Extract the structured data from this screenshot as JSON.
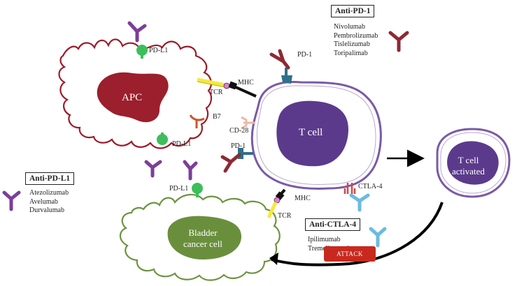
{
  "cells": {
    "apc": "APC",
    "tcell": "T cell",
    "tcell_activated": "T cell\nactivated",
    "cancer": "Bladder\ncancer cell"
  },
  "labels": {
    "pdl1": "PD-L1",
    "pd1": "PD-1",
    "tcr": "TCR",
    "mhc": "MHC",
    "b7": "B7",
    "cd28": "CD-28",
    "ctla4": "CTLA-4"
  },
  "anti_pd1": {
    "title": "Anti-PD-1",
    "drugs": [
      "Nivolumab",
      "Pembrolizumab",
      "Tislelizumab",
      "Toripalimab"
    ]
  },
  "anti_pdl1": {
    "title": "Anti-PD-L1",
    "drugs": [
      "Atezolizumab",
      "Avelumab",
      "Durvalumab"
    ]
  },
  "anti_ctla4": {
    "title": "Anti-CTLA-4",
    "drugs": [
      "Ipilimumab",
      "Tremelimumab"
    ]
  },
  "attack_label": "ATTACK",
  "colors": {
    "apc_outline": "#9b1c2a",
    "apc_nucleus": "#9b1f2c",
    "tcell_outline": "#7a5aa6",
    "tcell_nucleus": "#5b3a8c",
    "cancer_outline": "#6e9440",
    "cancer_nucleus": "#6a8f3c",
    "pd1_antibody": "#8c2a33",
    "pdl1_antibody": "#7b3f98",
    "ctla4_antibody": "#6bbbe0",
    "pdl1_receptor": "#3cbf5a",
    "pd1_receptor": "#2f6f8a",
    "attack_button": "#c8291e"
  },
  "icons": [
    "antibody-icon",
    "receptor-icon",
    "arrow-icon"
  ]
}
